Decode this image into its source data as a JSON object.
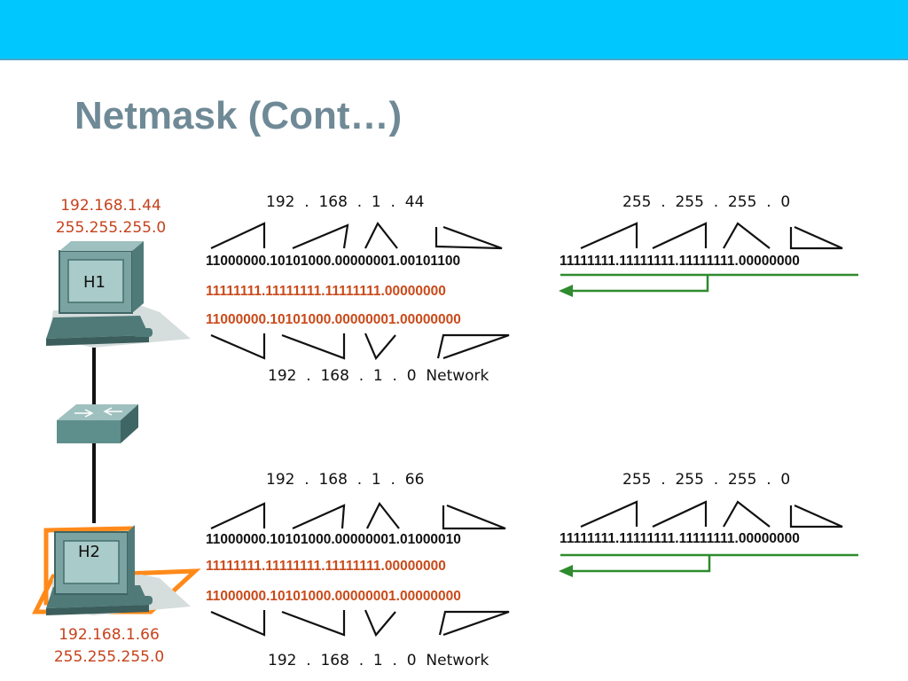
{
  "title": "Netmask (Cont…)",
  "hosts": [
    {
      "name": "H1",
      "ip": "192.168.1.44",
      "mask": "255.255.255.0",
      "ip_decimal": "192  .  168  .  1  .  44",
      "ip_binary": "11000000.10101000.00000001.00101100",
      "mask_binary_red": "11111111.11111111.11111111.00000000",
      "network_binary": "11000000.10101000.00000001.00000000",
      "network_decimal": "192  .  168  .  1  .  0  Network",
      "mask_decimal": "255  .  255  .  255  .  0",
      "mask_binary": "11111111.11111111.11111111.00000000"
    },
    {
      "name": "H2",
      "ip": "192.168.1.66",
      "mask": "255.255.255.0",
      "ip_decimal": "192  .  168  .  1  .  66",
      "ip_binary": "11000000.10101000.00000001.01000010",
      "mask_binary_red": "11111111.11111111.11111111.00000000",
      "network_binary": "11000000.10101000.00000001.00000000",
      "network_decimal": "192  .  168  .  1  .  0  Network",
      "mask_decimal": "255  .  255  .  255  .  0",
      "mask_binary": "11111111.11111111.11111111.00000000"
    }
  ],
  "colors": {
    "header": "#00c8ff",
    "title": "#6f8a96",
    "highlight": "#c94a1a",
    "arrow": "#2e8b2e",
    "device": "#5f8f8c",
    "selected_outline": "#ff8a1a"
  }
}
